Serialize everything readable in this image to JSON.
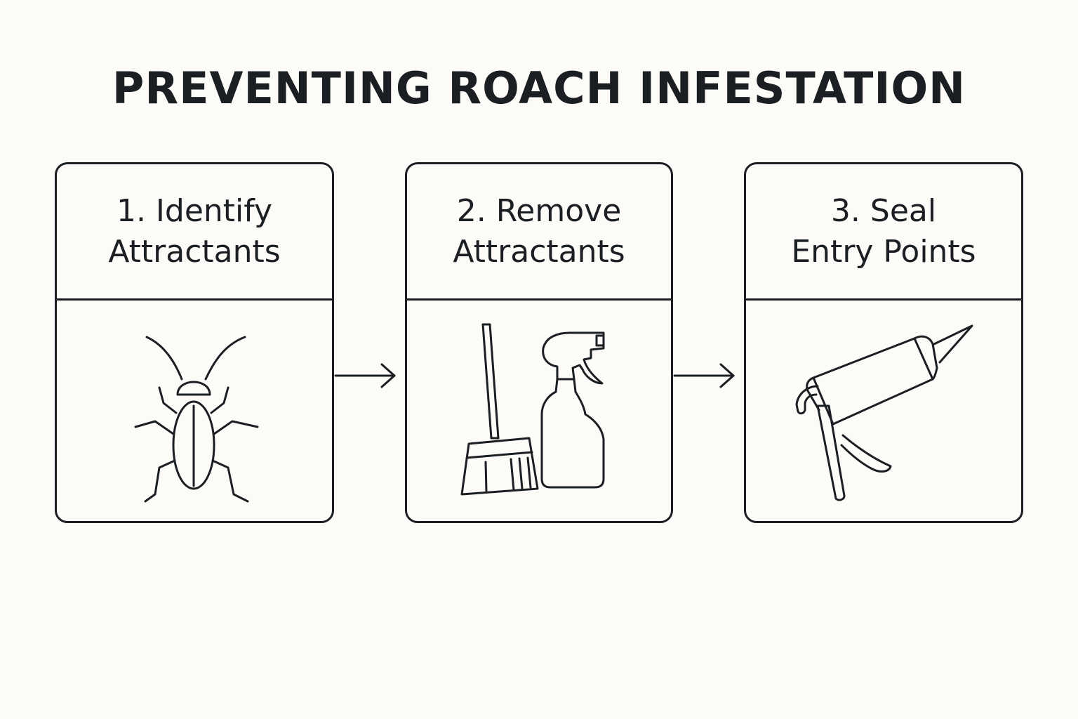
{
  "title": "PREVENTING ROACH INFESTATION",
  "steps": [
    {
      "line1": "1. Identify",
      "line2": "Attractants",
      "icon": "cockroach-icon"
    },
    {
      "line1": "2. Remove",
      "line2": "Attractants",
      "icon": "broom-and-spray-bottle-icon"
    },
    {
      "line1": "3. Seal",
      "line2": "Entry Points",
      "icon": "caulking-gun-icon"
    }
  ],
  "colors": {
    "background": "#fcfbf7",
    "ink": "#1b1f23"
  }
}
